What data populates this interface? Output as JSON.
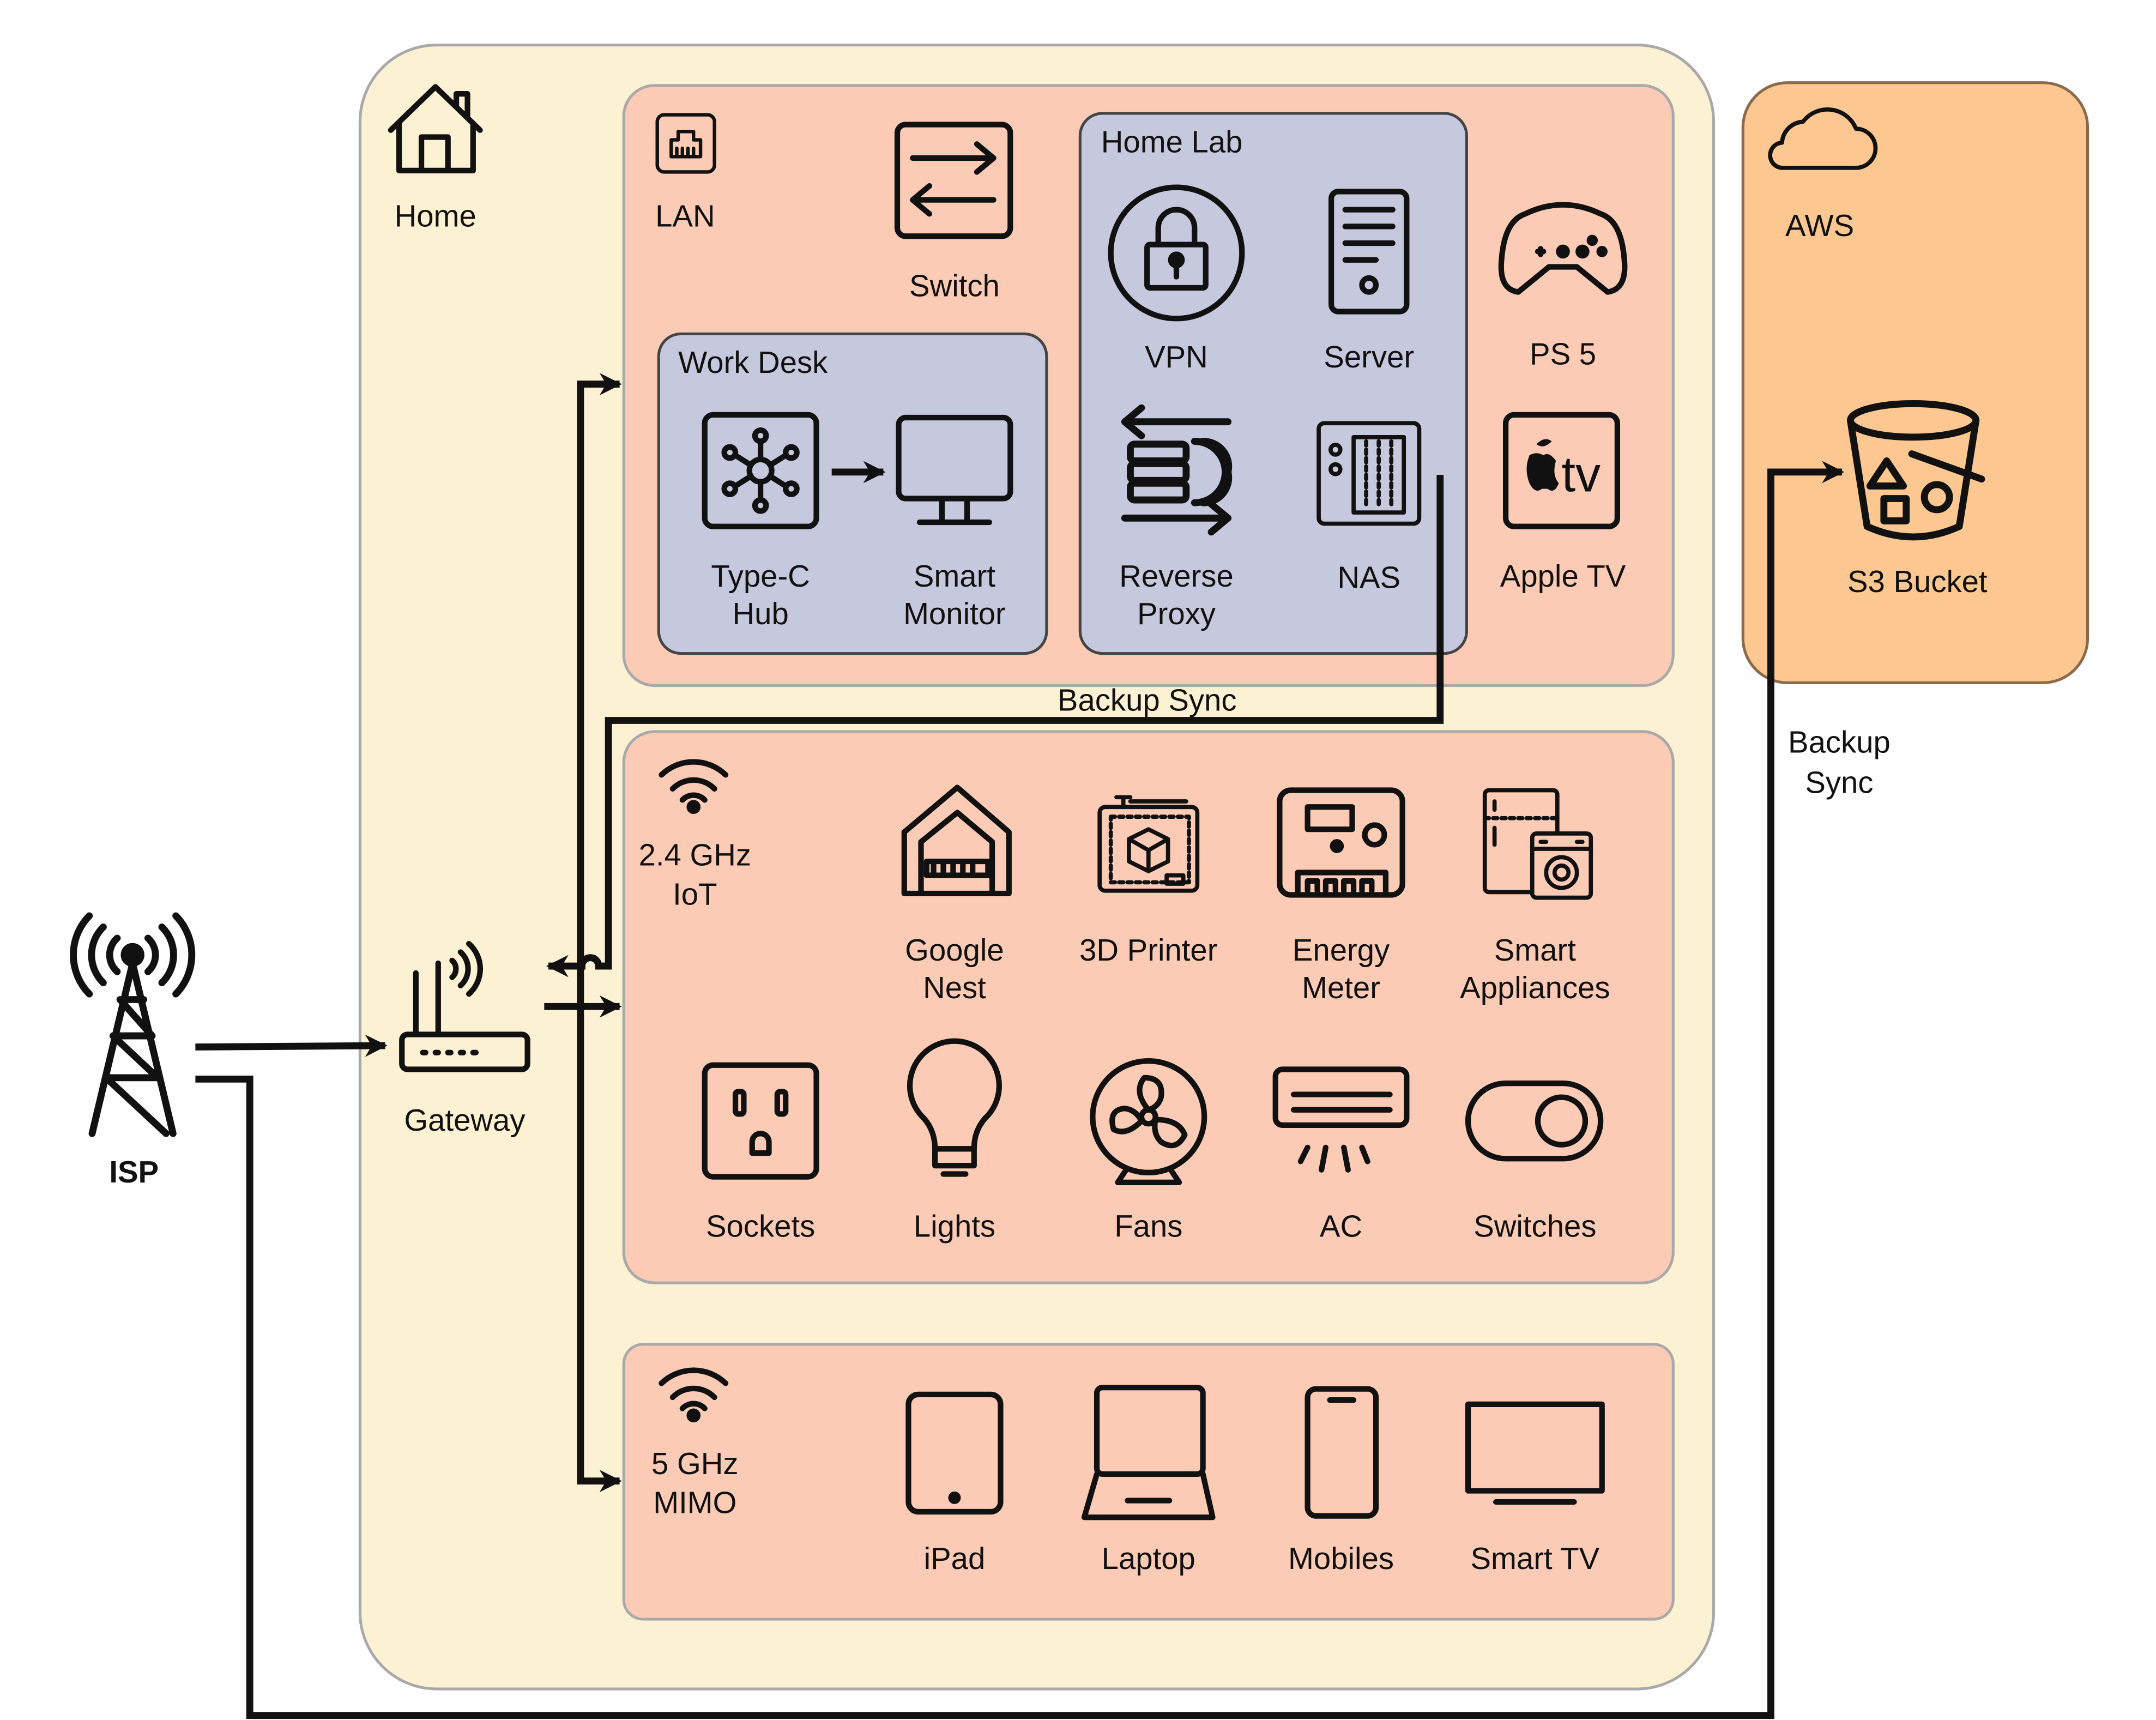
{
  "colors": {
    "home_fill": "#fdf1d3",
    "zone_fill": "#fccbb6",
    "group_fill": "#c6c9de",
    "aws_fill": "#fcc790",
    "border": "#a9a9a9",
    "line": "#111111"
  },
  "external": {
    "isp": {
      "label": "ISP",
      "icon": "cell-tower-icon"
    },
    "aws": {
      "label": "AWS",
      "icon": "cloud-icon"
    },
    "s3": {
      "label": "S3 Bucket",
      "icon": "bucket-icon"
    },
    "backup_sync_label_line1": "Backup",
    "backup_sync_label_line2": "Sync"
  },
  "home": {
    "label": "Home",
    "icon": "house-icon",
    "gateway": {
      "label": "Gateway",
      "icon": "router-icon"
    }
  },
  "lan": {
    "label": "LAN",
    "icon": "ethernet-port-icon",
    "switch": {
      "label": "Switch",
      "icon": "switch-arrows-icon"
    },
    "work_desk": {
      "label": "Work Desk",
      "type_c_hub": {
        "line1": "Type-C",
        "line2": "Hub",
        "icon": "usb-hub-icon"
      },
      "smart_monitor": {
        "line1": "Smart",
        "line2": "Monitor",
        "icon": "monitor-icon"
      }
    },
    "home_lab": {
      "label": "Home Lab",
      "vpn": {
        "label": "VPN",
        "icon": "lock-icon"
      },
      "server": {
        "label": "Server",
        "icon": "server-tower-icon"
      },
      "reverse_proxy": {
        "line1": "Reverse",
        "line2": "Proxy",
        "icon": "reverse-proxy-icon"
      },
      "nas": {
        "label": "NAS",
        "icon": "nas-icon"
      }
    },
    "ps5": {
      "label": "PS 5",
      "icon": "gamepad-icon"
    },
    "apple_tv": {
      "label": "Apple TV",
      "icon": "apple-tv-icon"
    },
    "backup_sync_label": "Backup Sync"
  },
  "iot": {
    "line1": "2.4 GHz",
    "line2": "IoT",
    "icon": "wifi-icon",
    "google_nest": {
      "line1": "Google",
      "line2": "Nest",
      "icon": "smart-home-icon"
    },
    "printer_3d": {
      "label": "3D Printer",
      "icon": "3d-printer-icon"
    },
    "energy_meter": {
      "line1": "Energy",
      "line2": "Meter",
      "icon": "energy-meter-icon"
    },
    "smart_appliances": {
      "line1": "Smart",
      "line2": "Appliances",
      "icon": "appliances-icon"
    },
    "sockets": {
      "label": "Sockets",
      "icon": "socket-icon"
    },
    "lights": {
      "label": "Lights",
      "icon": "light-bulb-icon"
    },
    "fans": {
      "label": "Fans",
      "icon": "fan-icon"
    },
    "ac": {
      "label": "AC",
      "icon": "air-conditioner-icon"
    },
    "switches": {
      "label": "Switches",
      "icon": "toggle-switch-icon"
    }
  },
  "mimo": {
    "line1": "5 GHz",
    "line2": "MIMO",
    "icon": "wifi-icon",
    "ipad": {
      "label": "iPad",
      "icon": "tablet-icon"
    },
    "laptop": {
      "label": "Laptop",
      "icon": "laptop-icon"
    },
    "mobiles": {
      "label": "Mobiles",
      "icon": "phone-icon"
    },
    "smart_tv": {
      "label": "Smart TV",
      "icon": "tv-icon"
    }
  }
}
